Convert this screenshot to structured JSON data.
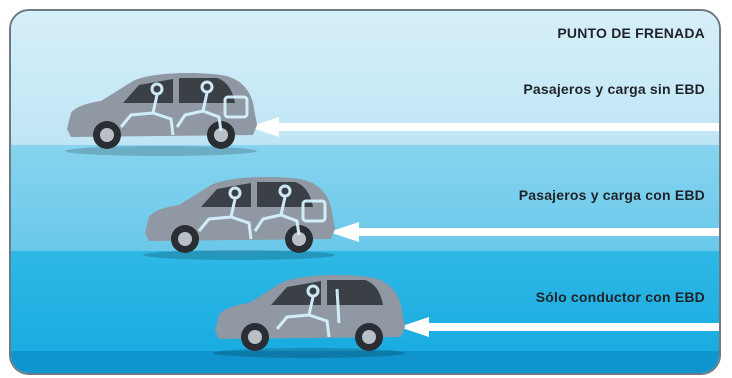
{
  "diagram": {
    "title": "PUNTO DE FRENADA",
    "rows": [
      {
        "label": "Pasajeros y carga sin EBD"
      },
      {
        "label": "Pasajeros y carga con EBD"
      },
      {
        "label": "Sólo conductor con EBD"
      }
    ]
  },
  "colors": {
    "band_top": "#c8e9f7",
    "band_mid": "#6ac8ea",
    "band_low": "#19ace0",
    "arrow": "#ffffff",
    "car_body": "#8f98a3"
  }
}
